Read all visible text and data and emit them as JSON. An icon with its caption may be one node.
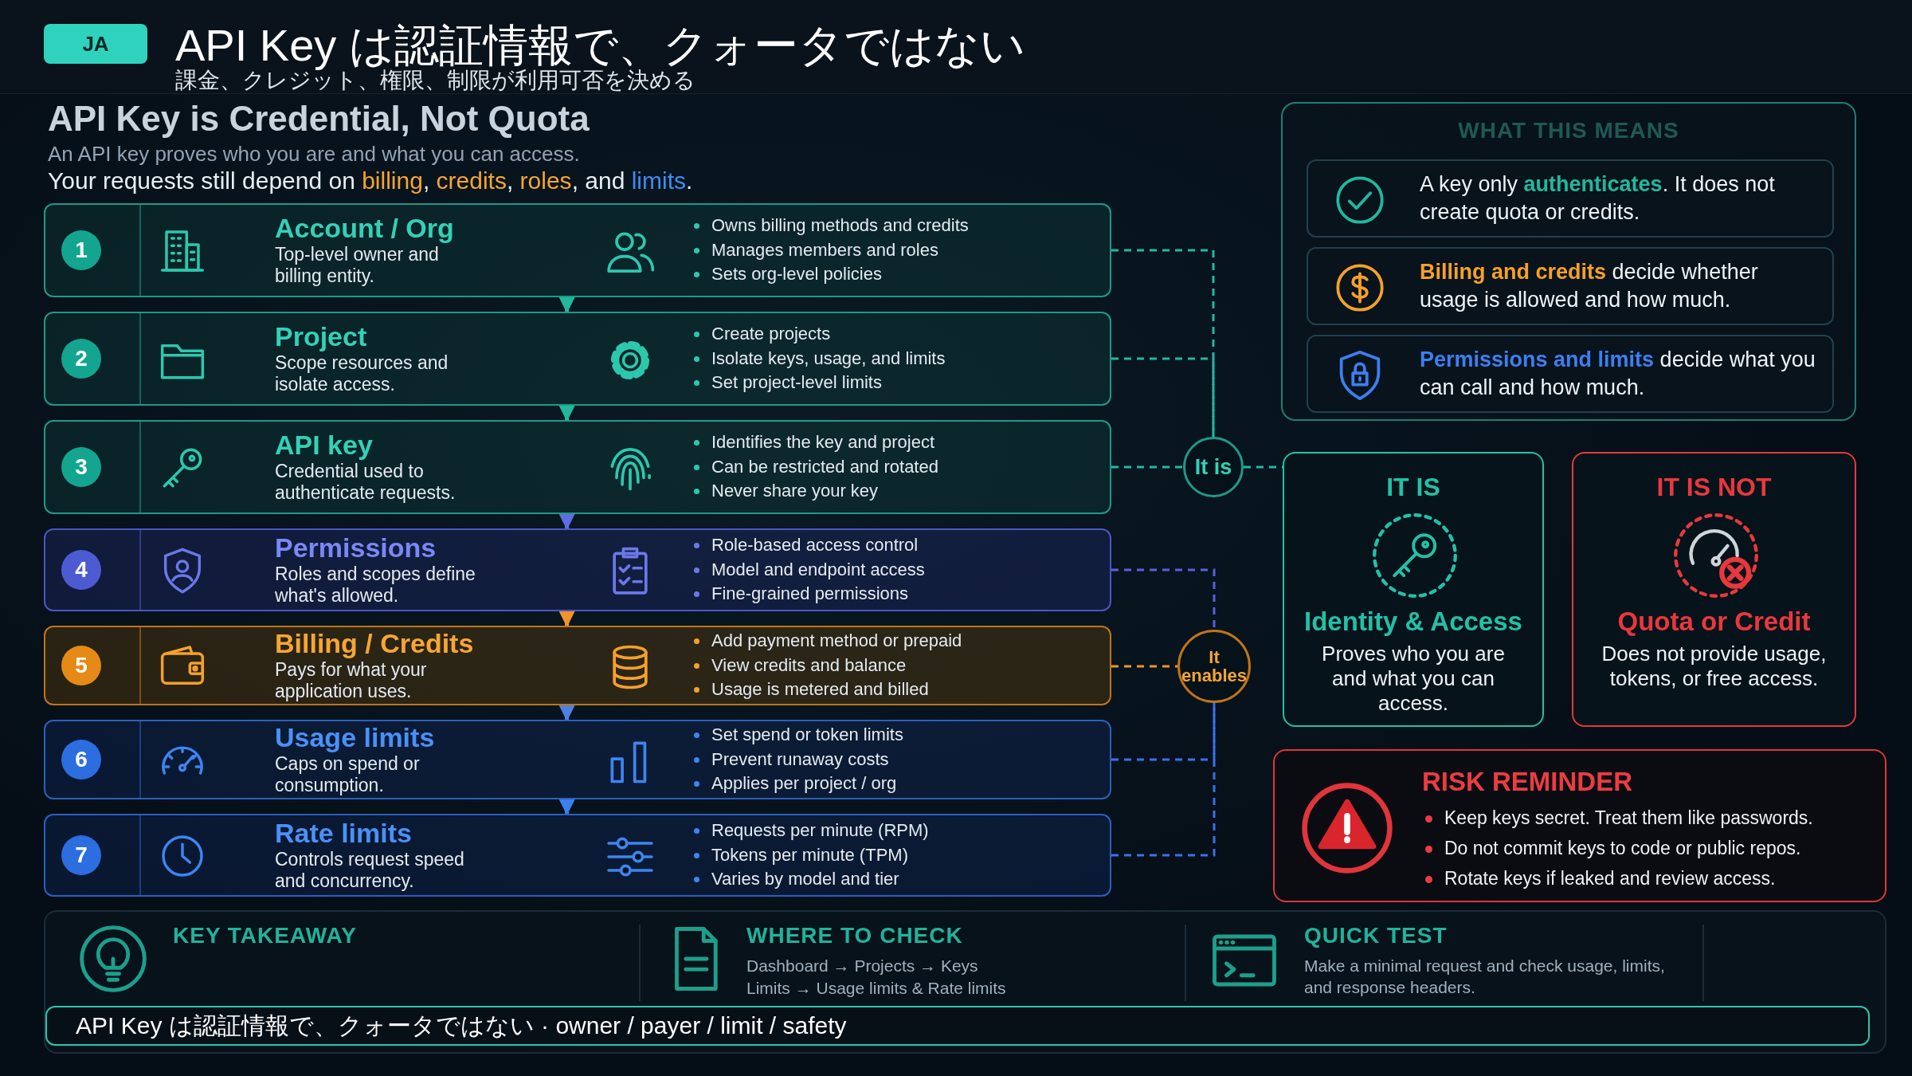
{
  "diagram": {
    "title": "API Key は認証情報で、クォータではない",
    "nodes": [
      {
        "text": [
          "JA"
        ]
      },
      {
        "text": [
          "1",
          "Account / Org",
          "Top-level owner and billing entity.",
          "Owns billing methods and credits",
          "Manages members and roles",
          "Sets org-level policies"
        ]
      },
      {
        "text": [
          "2",
          "Project",
          "Scope resources and isolate access.",
          "Create projects",
          "Isolate keys, usage, and limits",
          "Set project-level limits"
        ]
      },
      {
        "text": [
          "3",
          "API key",
          "Credential used to authenticate requests.",
          "Identifies the key and project",
          "Can be restricted and rotated",
          "Never share your key"
        ]
      },
      {
        "text": [
          "4",
          "Permissions",
          "Roles and scopes define what's allowed.",
          "Role-based access control",
          "Model and endpoint access",
          "Fine-grained permissions"
        ]
      },
      {
        "text": [
          "5",
          "Billing / Credits",
          "Pays for what your application uses.",
          "Add payment method or prepaid",
          "View credits and balance",
          "Usage is metered and billed"
        ]
      },
      {
        "text": [
          "6",
          "Usage limits",
          "Caps on spend or consumption.",
          "Set spend or token limits",
          "Prevent runaway costs",
          "Applies per project / org"
        ]
      },
      {
        "text": [
          "7",
          "Rate limits",
          "Controls request speed and concurrency.",
          "Requests per minute (RPM)",
          "Tokens per minute (TPM)",
          "Varies by model and tier"
        ]
      },
      {
        "text": [
          "It is"
        ]
      },
      {
        "text": [
          "It enables"
        ]
      },
      {
        "text": [
          "WHAT THIS MEANS"
        ]
      },
      {
        "text": [
          "A key only **authenticates**. It does not create quota or credits."
        ],
        "in": 10
      },
      {
        "text": [
          "**Billing and credits** decide whether usage is allowed and how much."
        ],
        "in": 10
      },
      {
        "text": [
          "**Permissions and limits** decide what you can call and how much."
        ],
        "in": 10
      },
      {
        "text": [
          "IT IS",
          "Identity & Access",
          "Proves who you are and what you can access."
        ]
      },
      {
        "text": [
          "IT IS NOT",
          "Quota or Credit",
          "Does not provide usage, tokens, or free access."
        ]
      },
      {
        "text": [
          "RISK REMINDER",
          "Keep keys secret. Treat them like passwords.",
          "Do not commit keys to code or public repos.",
          "Rotate keys if leaked and review access."
        ]
      },
      {
        "text": [
          "KEY TAKEAWAY",
          "WHERE TO CHECK",
          "Dashboard → Projects → Keys",
          "Limits → Usage limits & Rate limits",
          "QUICK TEST",
          "Make a minimal request and check usage, limits, and response headers."
        ]
      },
      {
        "text": [
          "API Key は認証情報で、クォータではない · owner / payer / limit / safety"
        ],
        "in": 17
      }
    ],
    "edges": [
      {
        "from": 1,
        "to": 2,
        "arrow": "to",
        "color": "#22b89e"
      },
      {
        "from": 2,
        "to": 3,
        "arrow": "to",
        "color": "#22b89e"
      },
      {
        "from": 3,
        "to": 4,
        "arrow": "to",
        "color": "#5b6fe0"
      },
      {
        "from": 4,
        "to": 5,
        "arrow": "to",
        "color": "#f0932a"
      },
      {
        "from": 5,
        "to": 6,
        "arrow": "to",
        "color": "#4f7fe0"
      },
      {
        "from": 6,
        "to": 7,
        "arrow": "to",
        "color": "#3b7ff0"
      },
      {
        "from": 1,
        "to": 8,
        "arrow": "none",
        "style": "dashed",
        "color": "#22b89e"
      },
      {
        "from": 2,
        "to": 8,
        "arrow": "none",
        "style": "dashed",
        "color": "#22b89e"
      },
      {
        "from": 3,
        "to": 8,
        "arrow": "none",
        "style": "dashed",
        "color": "#22b89e"
      },
      {
        "from": 8,
        "to": 14,
        "arrow": "none",
        "style": "dashed",
        "color": "#22b89e"
      },
      {
        "from": 4,
        "to": 9,
        "arrow": "none",
        "style": "dashed",
        "color": "#5b5fe0"
      },
      {
        "from": 5,
        "to": 9,
        "arrow": "none",
        "style": "dashed",
        "color": "#f0932a"
      },
      {
        "from": 6,
        "to": 9,
        "arrow": "none",
        "style": "dashed",
        "color": "#3b6ff0"
      },
      {
        "from": 7,
        "to": 9,
        "arrow": "none",
        "style": "dashed",
        "color": "#3b6ff0"
      }
    ],
    "labels": [
      "課金、クレジット、権限、制限が利用可否を決める",
      "API Key is Credential, Not Quota",
      "An API key proves who you are and what you can access.",
      "Your requests still depend on **billing**, **credits**, **roles**, and **limits**."
    ]
  }
}
